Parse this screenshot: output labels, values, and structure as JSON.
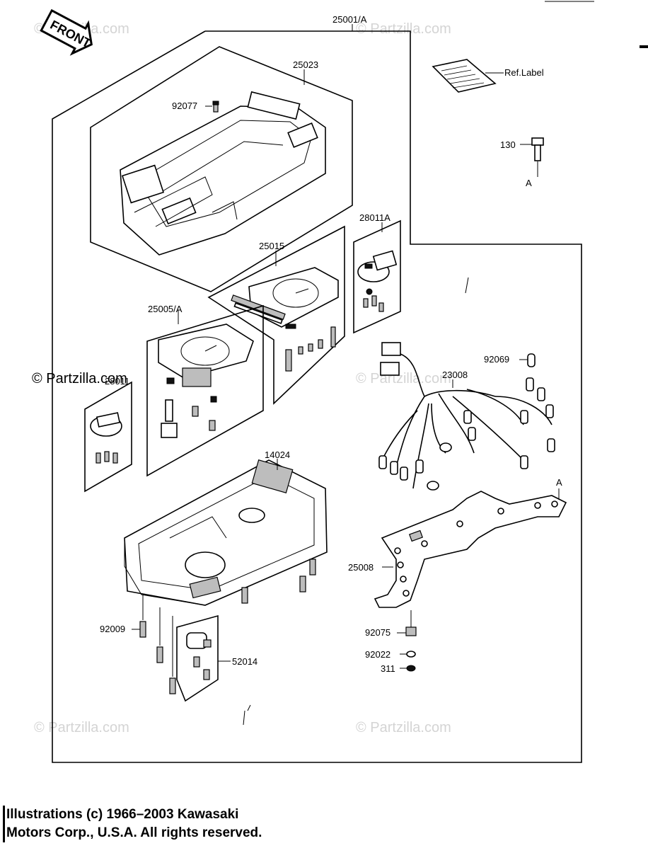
{
  "front_badge": "FRONT",
  "watermarks": {
    "top_left": "© Partzilla.com",
    "top_center": "© Partzilla.com",
    "mid_left": "© Partzilla.com",
    "mid_center": "© Partzilla.com",
    "bottom_left": "© Partzilla.com",
    "bottom_center": "© Partzilla.com"
  },
  "parts": {
    "p25001A": "25001/A",
    "p25023": "25023",
    "p92077": "92077",
    "p_ref_label": "Ref.Label",
    "p130": "130",
    "ref_a_upper": "A",
    "p28011A": "28011A",
    "p25015": "25015",
    "p25005A": "25005/A",
    "p28011_left": "28011",
    "p92069": "92069",
    "p23008": "23008",
    "p14024": "14024",
    "ref_a_lower": "A",
    "p25008": "25008",
    "p92009": "92009",
    "p52014": "52014",
    "p92075": "92075",
    "p92022": "92022",
    "p311": "311"
  },
  "copyright": {
    "line1": "Illustrations (c) 1966–2003 Kawasaki",
    "line2": "Motors Corp., U.S.A.  All rights reserved."
  }
}
